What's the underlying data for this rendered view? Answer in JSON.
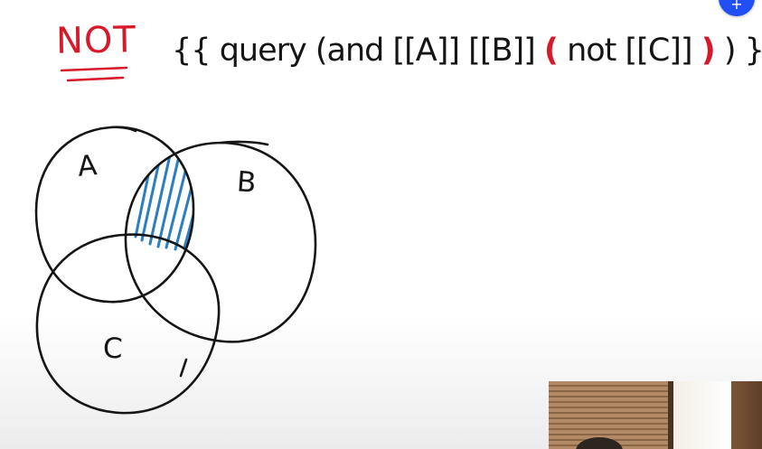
{
  "title": {
    "word": "NOT"
  },
  "query": {
    "open_braces": "{{",
    "prefix": "query (and [[A]] [[B]] ",
    "paren_open": "(",
    "not_clause": "not [[C]]",
    "paren_close": ")",
    "suffix": ")",
    "close_braces": "}}"
  },
  "venn": {
    "labels": {
      "a": "A",
      "b": "B",
      "c": "C"
    },
    "shaded_region": "A and B, not C"
  },
  "colors": {
    "ink": "#151515",
    "red": "#d8192a",
    "hatch": "#2a7ec2",
    "fab": "#1f4ff5"
  },
  "fab": {
    "icon": "plus-icon",
    "glyph": "+"
  },
  "webcam": {
    "icon": "webcam-video"
  }
}
